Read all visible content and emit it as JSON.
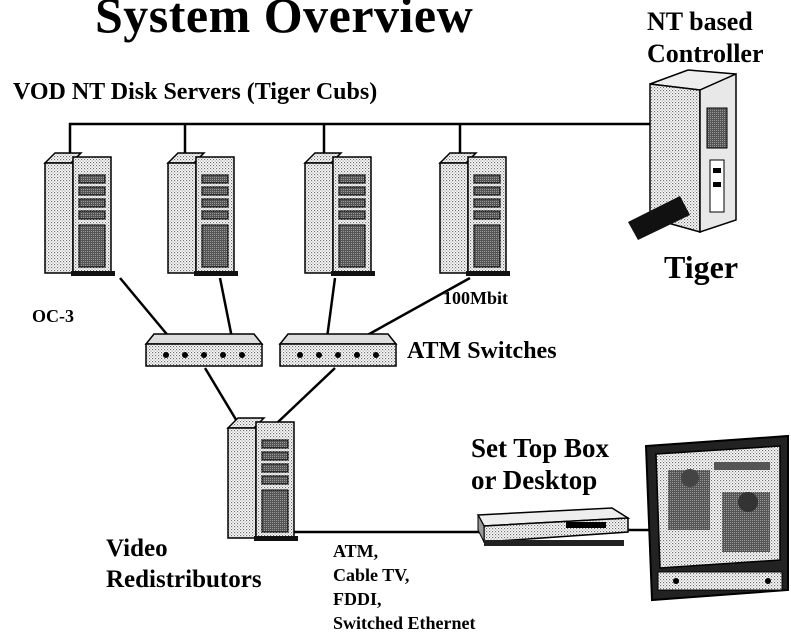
{
  "title": "System Overview",
  "controller_label": "NT based\nController",
  "servers_label": "VOD NT Disk Servers (Tiger Cubs)",
  "tiger_label": "Tiger",
  "link_left_label": "OC-3",
  "link_right_label": "100Mbit",
  "switches_label": "ATM Switches",
  "settop_label": "Set Top Box\nor Desktop",
  "redistributors_label": "Video\nRedistributors",
  "networks_label": "ATM,\nCable TV,\nFDDI,\nSwitched Ethernet",
  "icons": [
    "disk-server-icon",
    "controller-icon",
    "atm-switch-icon",
    "video-redistributor-icon",
    "set-top-box-icon",
    "tv-monitor-icon"
  ]
}
